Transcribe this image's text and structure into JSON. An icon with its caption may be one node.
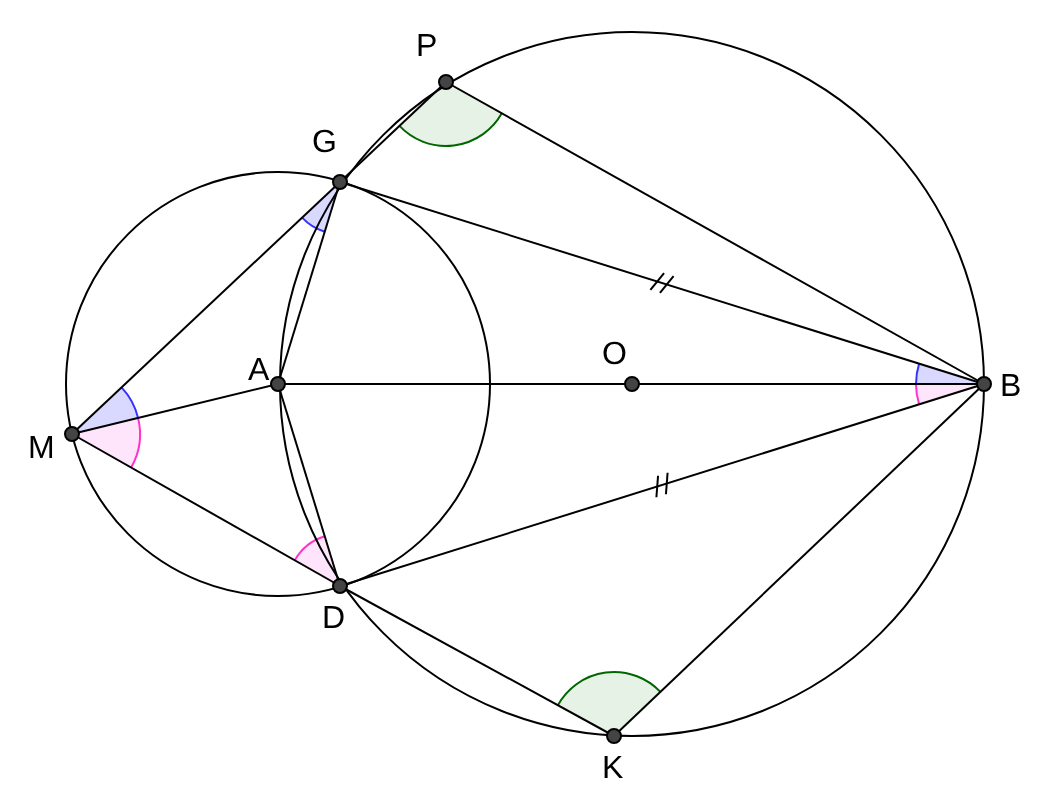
{
  "diagram": {
    "labels": [
      "P",
      "G",
      "A",
      "O",
      "B",
      "M",
      "D",
      "K"
    ]
  }
}
